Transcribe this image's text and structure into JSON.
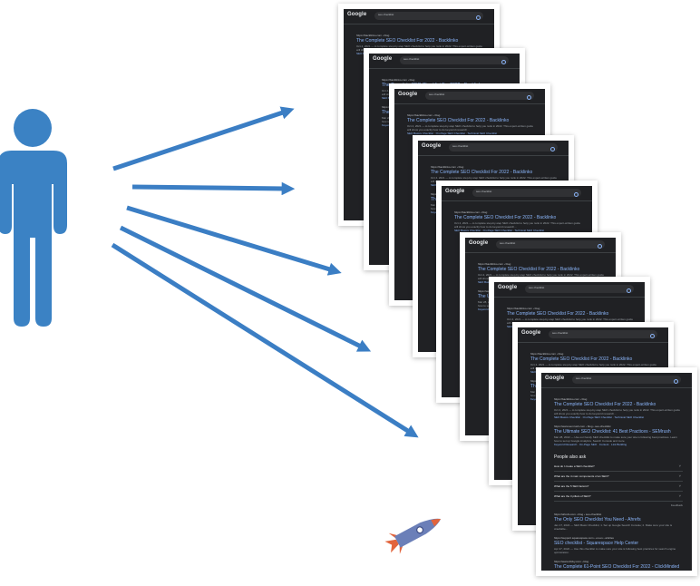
{
  "colors": {
    "person": "#3b82c4",
    "arrow": "#3b7ec4",
    "serp_bg": "#202124",
    "serp_title": "#8ab4f8",
    "rocket_body": "#6b7fb8",
    "rocket_flame": "#e2643c"
  },
  "icons": {
    "person": "person-icon",
    "rocket": "rocket-icon",
    "search": "search-icon"
  },
  "serp": {
    "logo": "Google",
    "query": "seo checklist",
    "results": [
      {
        "url": "https://backlinko.com › blog",
        "title": "The Complete SEO Checklist For 2022 - Backlinko",
        "snippet": "Oct 4, 2021 — A complete step-by-step SEO checklist to help you rank in 2022. This expert-written guide will show you exactly how to do keyword research...",
        "links": "SEO Basics Checklist · On-Page SEO Checklist · Technical SEO Checklist"
      },
      {
        "url": "https://www.semrush.com › blog › seo-checklist",
        "title": "The Ultimate SEO Checklist: 41 Best Practices - SEMrush",
        "snippet": "Mar 28, 2022 — Use our handy SEO checklist to make sure your site is following best practices. Learn how to set up Google Analytics, Search Console and more.",
        "links": "Keyword Research · On-Page SEO · Content · Link Building"
      }
    ],
    "paa_title": "People also ask",
    "paa": [
      "How do I create a SEO checklist?",
      "What are the 4 main components of an SEO?",
      "What are the 5 SEO factors?",
      "What are the 3 pillars of SEO?"
    ],
    "feedback": "Feedback",
    "more_results": [
      {
        "url": "https://ahrefs.com › blog › seo-checklist",
        "title": "The Only SEO Checklist You Need - Ahrefs",
        "snippet": "Jan 17, 2022 — SEO Basic Checklist; 1. Set up Google Search Console; 2. Make sure your site is crawlable...",
        "links": ""
      },
      {
        "url": "https://support.squarespace.com › en-us › articles",
        "title": "SEO checklist - Squarespace Help Center",
        "snippet": "Apr 27, 2022 — Use this checklist to make sure your site is following best practices for search engine optimization.",
        "links": ""
      },
      {
        "url": "https://www.clicky.com › blog",
        "title": "The Complete 61-Point SEO Checklist For 2022 - ClickMinded",
        "snippet": "May 4, 2022 — This SEO checklist is designed to help you execute a comprehensive SEO audit on any site. Learn what's working, what's not and what to do next.",
        "links": "SEO Keyword Checklist · Google On-Page SEO · On-Page SEO Checklist"
      }
    ]
  }
}
